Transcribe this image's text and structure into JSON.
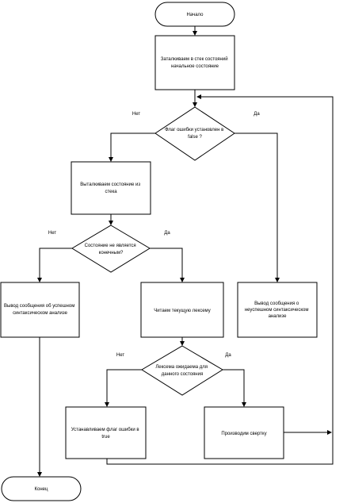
{
  "nodes": {
    "start": "Начало",
    "push_initial": [
      "Заталкиваем в стек состояний",
      "начальное состояние"
    ],
    "error_flag_decision": [
      "Флаг ошибки установлен в",
      "false ?"
    ],
    "pop_state": [
      "Выталкиваем состояние из",
      "стека"
    ],
    "not_final_decision": [
      "Состояние не является",
      "конечным?"
    ],
    "success_message": [
      "Вывод сообщения об успешном",
      "синтаксическом анализе"
    ],
    "read_token": "Читаем текущую лексему",
    "failure_message": [
      "Вывод сообщения о",
      "неуспешном синтаксическом",
      "анализе"
    ],
    "token_expected_decision": [
      "Лексема ожидаема для",
      "данного состояния"
    ],
    "set_error_flag": [
      "Устанавливаем флаг ошибки в",
      "true"
    ],
    "reduce": "Производим свертку",
    "end": "Конец"
  },
  "branch_labels": {
    "error_no": "Нет",
    "error_yes": "Да",
    "final_no": "Нет",
    "final_yes": "Да",
    "token_no": "Нет",
    "token_yes": "Да"
  }
}
